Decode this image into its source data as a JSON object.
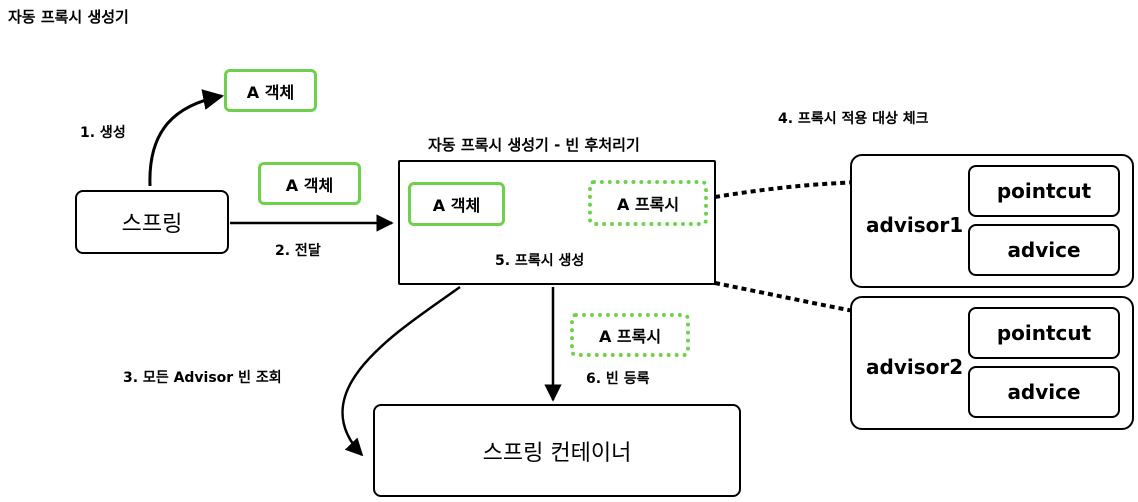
{
  "title": "자동 프록시 생성기",
  "spring": "스프링",
  "container": "스프링 컨테이너",
  "processor": {
    "title": "자동 프록시 생성기 - 빈 후처리기",
    "object": "A 객체",
    "proxy": "A 프록시",
    "step5": "5. 프록시 생성"
  },
  "created_object": "A 객체",
  "passed_object": "A 객체",
  "registered_proxy": "A 프록시",
  "steps": {
    "s1": "1. 생성",
    "s2": "2. 전달",
    "s3": "3. 모든 Advisor 빈 조회",
    "s4": "4. 프록시 적용 대상 체크",
    "s6": "6. 빈 등록"
  },
  "advisors": [
    {
      "name": "advisor1",
      "pointcut": "pointcut",
      "advice": "advice"
    },
    {
      "name": "advisor2",
      "pointcut": "pointcut",
      "advice": "advice"
    }
  ],
  "colors": {
    "highlight": "#6fd14b",
    "line": "#000000"
  }
}
